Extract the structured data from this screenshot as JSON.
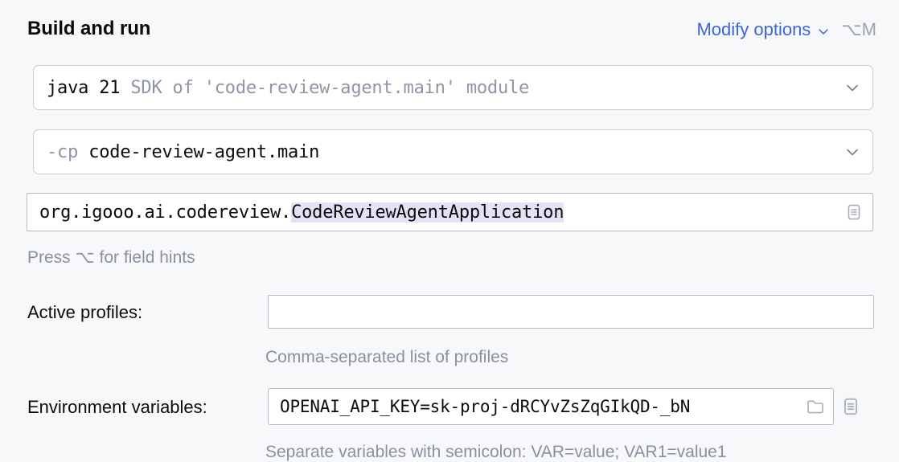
{
  "header": {
    "title": "Build and run",
    "modify_options_label": "Modify options",
    "modify_options_shortcut": "⌥M",
    "chevron_icon": "chevron-down-icon"
  },
  "sdk_row": {
    "value_primary": "java 21",
    "value_secondary": "SDK of 'code-review-agent.main' module",
    "dropdown_icon": "chevron-down-icon"
  },
  "classpath_row": {
    "flag": "-cp",
    "value": "code-review-agent.main",
    "dropdown_icon": "chevron-down-icon"
  },
  "main_class_row": {
    "package_prefix": "org.igooo.ai.codereview.",
    "selected_class": "CodeReviewAgentApplication",
    "expand_icon": "document-list-icon"
  },
  "field_hint": "Press ⌥ for field hints",
  "active_profiles": {
    "label": "Active profiles:",
    "value": "",
    "placeholder": "",
    "helper": "Comma-separated list of profiles"
  },
  "environment_variables": {
    "label": "Environment variables:",
    "value": "OPENAI_API_KEY=sk-proj-dRCYvZsZqGIkQD-_bN",
    "browse_icon": "folder-icon",
    "expand_icon": "document-list-icon",
    "helper": "Separate variables with semicolon: VAR=value; VAR1=value1"
  },
  "colors": {
    "background": "#f7f8fa",
    "link": "#3c66d8",
    "muted_text": "#8b8f9e",
    "selection_highlight": "#e6e2f6",
    "field_border": "#b4b8c4",
    "field_background": "#ffffff"
  }
}
